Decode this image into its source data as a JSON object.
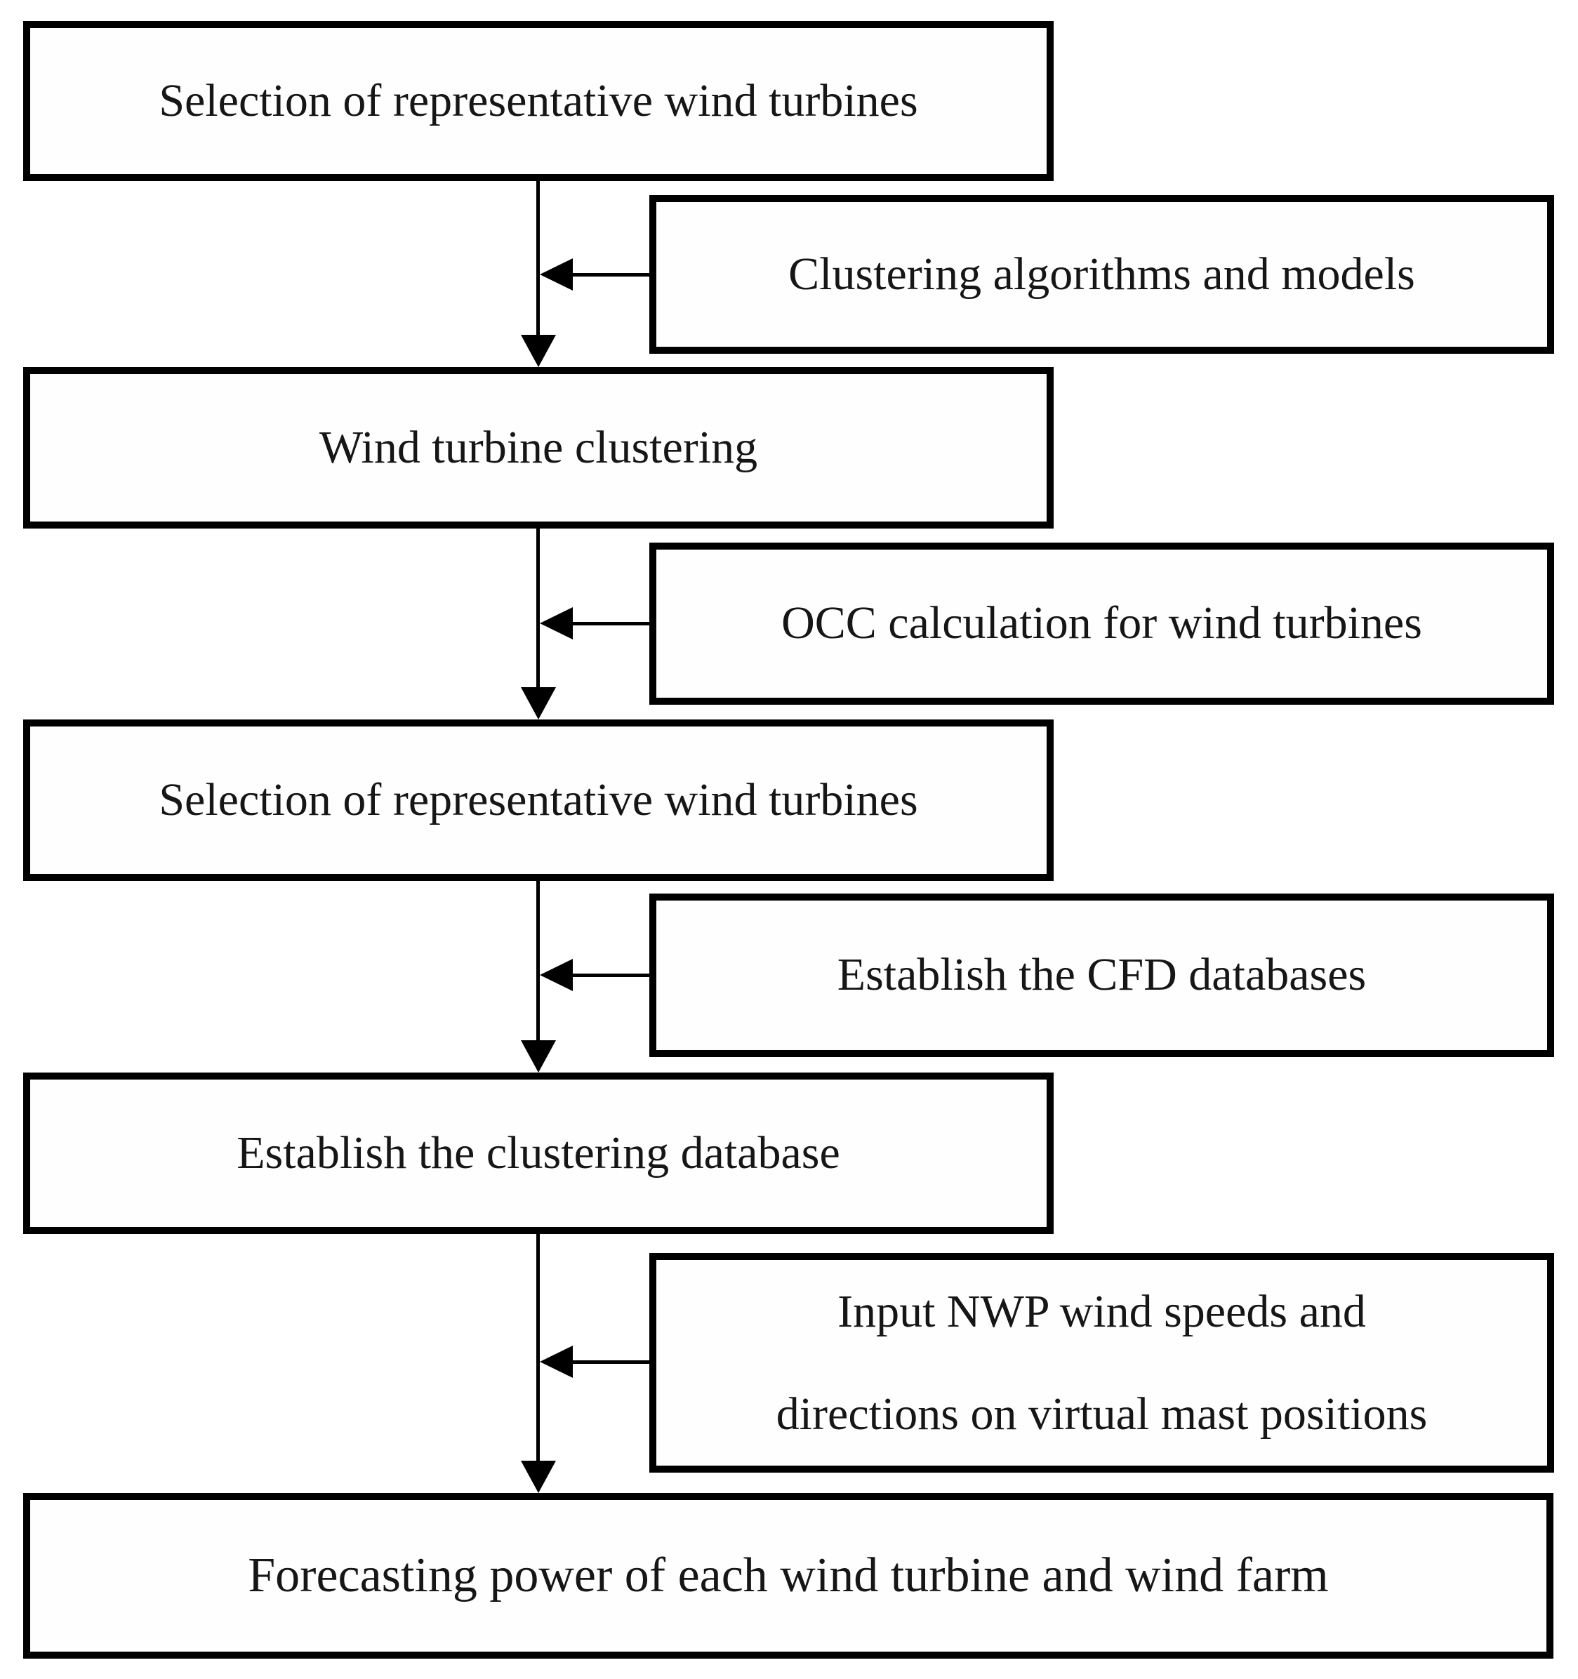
{
  "figure": {
    "background_color": "#ffffff",
    "box_border_color": "#000000",
    "text_color": "#161616",
    "arrow_color": "#000000"
  },
  "flow": {
    "main_boxes": [
      {
        "label": "Selection of representative wind turbines"
      },
      {
        "label": "Wind turbine clustering"
      },
      {
        "label": "Selection of representative wind turbines"
      },
      {
        "label": "Establish the clustering database"
      },
      {
        "label": "Forecasting power of each wind turbine and wind farm"
      }
    ],
    "side_boxes": [
      {
        "label": "Clustering algorithms and models"
      },
      {
        "label": "OCC calculation for wind turbines"
      },
      {
        "label": "Establish the CFD databases"
      },
      {
        "label": "Input NWP wind speeds and\ndirections on virtual mast positions"
      }
    ]
  }
}
